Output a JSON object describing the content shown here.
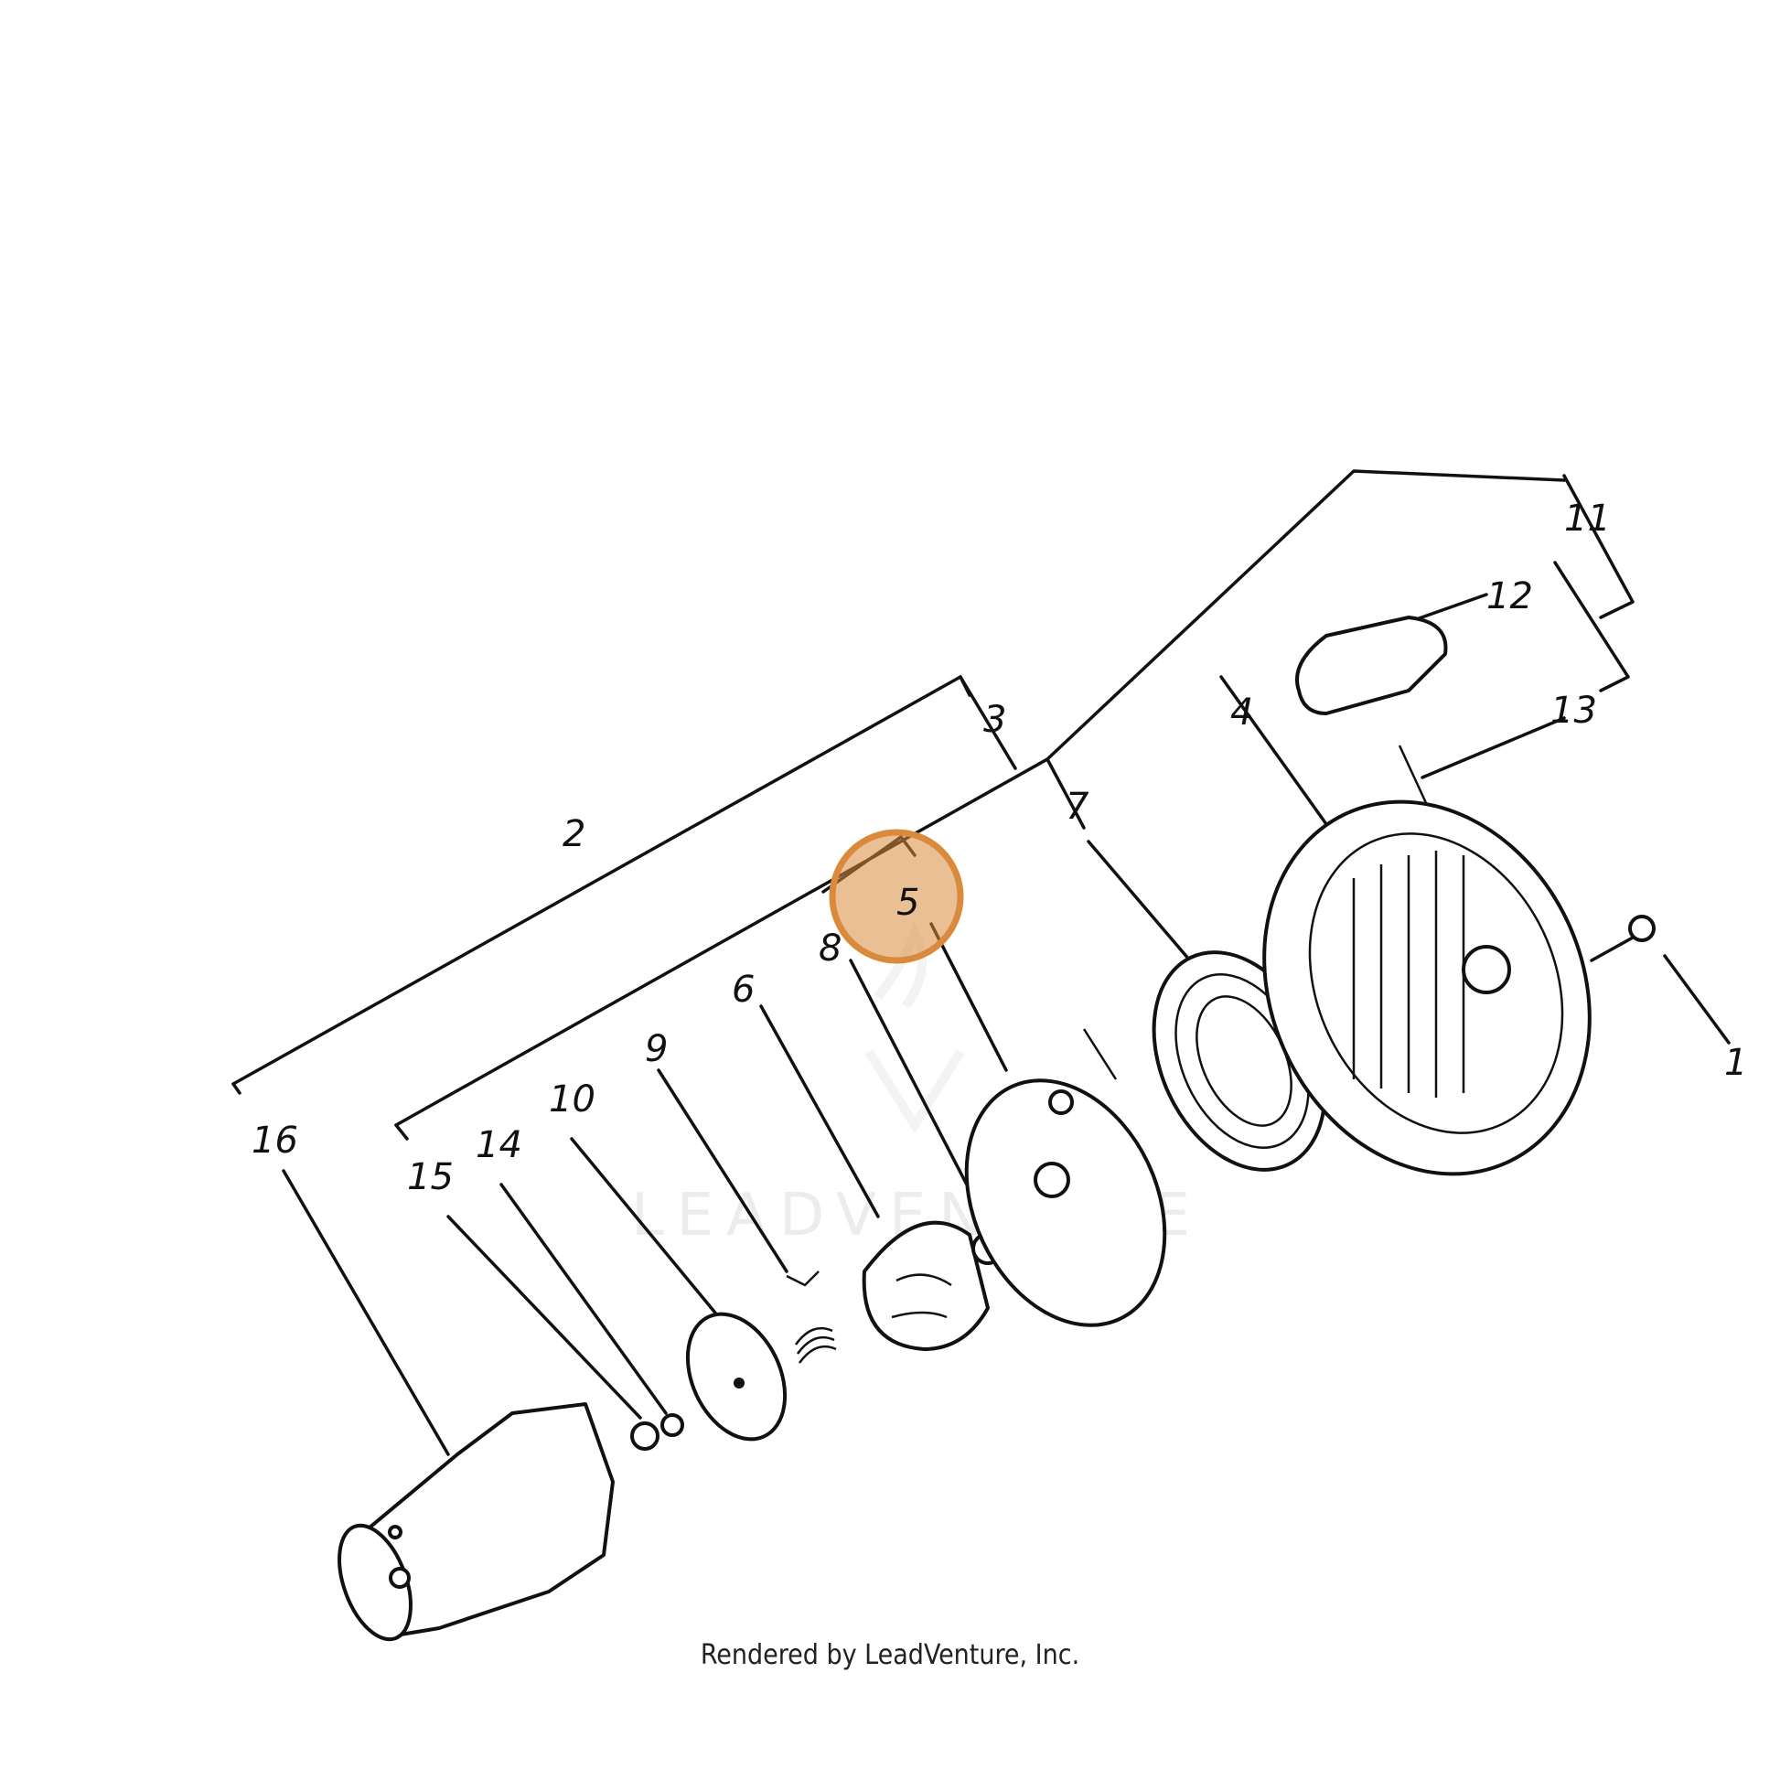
{
  "diagram": {
    "watermark": "LEADVENTURE",
    "highlight": {
      "callout": "5",
      "color": "#d98a3c"
    },
    "callouts": [
      "1",
      "2",
      "3",
      "4",
      "5",
      "6",
      "7",
      "8",
      "9",
      "10",
      "11",
      "12",
      "13",
      "14",
      "15",
      "16"
    ]
  },
  "footer": {
    "text": "Rendered by LeadVenture, Inc."
  }
}
